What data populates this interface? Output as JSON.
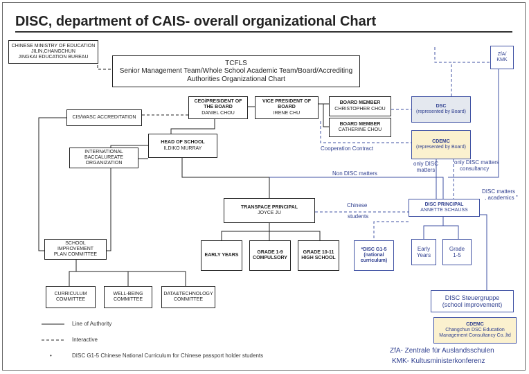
{
  "title": "DISC, department of CAIS- overall organizational Chart",
  "colors": {
    "line": "#222222",
    "blue": "#3f51a3",
    "dsc_fill": "#e4e8ef",
    "cdemc_fill": "#fbf1cf"
  },
  "boxes": {
    "ministry": [
      "CHINESE MINISTRY OF EDUCATION",
      "JILIN,CHANGCHUN",
      "JINGKAI EDUCATION BUREAU"
    ],
    "tcfls": [
      "TCFLS",
      "Senior Management Team/Whole School Academic Team/Board/Accrediting",
      "Authorities Organizational Chart"
    ],
    "zfa_kmk": [
      "ZfA/",
      "KMK"
    ],
    "ceo": [
      "CEO/PRESIDENT OF",
      "THE BOARD",
      "DANIEL CHOU"
    ],
    "vice": [
      "VICE PRESIDENT OF",
      "BOARD",
      "IRENE CHU"
    ],
    "board1": [
      "BOARD MEMBER",
      "CHRISTOPHER CHOU"
    ],
    "board2": [
      "BOARD MEMBER",
      "CATHERINE CHOU"
    ],
    "dsc": [
      "DSC",
      "(represented by Board)"
    ],
    "cdemc": [
      "CDEMC",
      "(represented by Board)"
    ],
    "cis": [
      "CIS/WASC ACCREDITATION"
    ],
    "head": [
      "HEAD OF SCHOOL",
      "ILDIKO MURRAY"
    ],
    "ib": [
      "INTERNATIONAL",
      "BACCALUREATE",
      "ORGANIZATION"
    ],
    "transpace": [
      "TRANSPACE PRINCIPAL",
      "JOYCE JU"
    ],
    "disc_principal": [
      "DISC PRINCIPAL",
      "ANNETTE SCHAUSS"
    ],
    "improvement": [
      "SCHOOL",
      "IMPROVEMENT",
      "PLAN COMMITTEE"
    ],
    "early_years": [
      "EARLY YEARS"
    ],
    "grade_1_9": [
      "GRADE 1-9",
      "COMPULSORY"
    ],
    "grade_10_11": [
      "GRADE 10-11",
      "HIGH SCHOOL"
    ],
    "disc_g15": [
      "*DISC G1-5",
      "(national",
      "curriculum)"
    ],
    "disc_early": [
      "Early",
      "Years"
    ],
    "disc_grade": [
      "Grade",
      "1-5"
    ],
    "curriculum": [
      "CURRICULUM",
      "COMMITTEE"
    ],
    "wellbeing": [
      "WELL-BEING",
      "COMMITTEE"
    ],
    "datatech": [
      "DATA&TECHNOLOGY",
      "COMMITTEE"
    ],
    "steuergruppe": [
      "DISC Steuergruppe",
      "(school improvement)"
    ],
    "cdemc_full": [
      "CDEMC",
      "Changchun DSC Education",
      "Management Consultancy Co.,ltd"
    ]
  },
  "labels": {
    "cooperation": "Cooperation Contract",
    "non_disc": "Non DISC matters",
    "chinese": "Chinese",
    "students": "students",
    "only_disc": [
      "only DISC",
      "matters"
    ],
    "only_disc_consult": [
      "only DISC matters",
      "consultancy"
    ],
    "disc_academics": [
      "DISC matters",
      ", academics \""
    ]
  },
  "legend": {
    "authority": "Line of Authority",
    "interactive": "Interactive",
    "bullet": "•",
    "note": "DISC G1-5 Chinese National Curriculum for Chinese passport holder students"
  },
  "footer": [
    "ZfA- Zentrale für Auslandsschulen",
    "KMK- Kultusministerkonferenz"
  ]
}
